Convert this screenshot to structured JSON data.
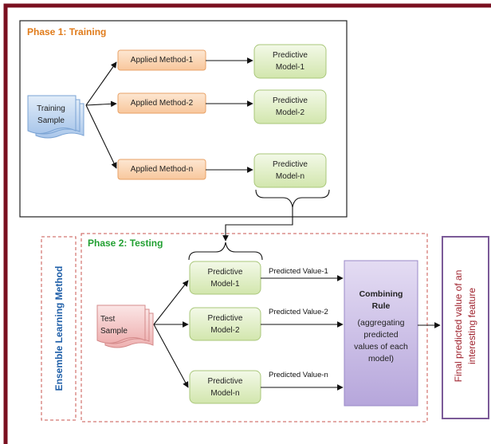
{
  "colors": {
    "frame": "#7a1020",
    "phase1_title": "#e07b1a",
    "phase2_title": "#22a032",
    "method_fill": "#fcd7b6",
    "method_border": "#e8a267",
    "model_fill": "#e3f0c9",
    "model_border": "#a9c77a",
    "training_fill": "#c6daf2",
    "test_fill": "#f5c9c9",
    "combine_fill": "#c9bde6",
    "final_border": "#7b5a98",
    "ensemble_text": "#1f5fa8",
    "final_text": "#a0242f"
  },
  "phase1": {
    "title": "Phase 1: Training",
    "training_sample": "Training\nSample",
    "methods": [
      "Applied Method-1",
      "Applied Method-2",
      "Applied Method-n"
    ],
    "models": [
      "Predictive\nModel-1",
      "Predictive\nModel-2",
      "Predictive\nModel-n"
    ]
  },
  "phase2": {
    "title": "Phase 2: Testing",
    "ensemble_label": "Ensemble Learning Method",
    "test_sample": "Test\nSample",
    "models": [
      "Predictive\nModel-1",
      "Predictive\nModel-2",
      "Predictive\nModel-n"
    ],
    "predicted_values": [
      "Predicted Value-1",
      "Predicted Value-2",
      "Predicted Value-n"
    ],
    "combining_title": "Combining\nRule",
    "combining_desc": "(aggregating\npredicted\nvalues of each\nmodel)",
    "final_label": "Final predicted value of an\ninteresting feature"
  }
}
